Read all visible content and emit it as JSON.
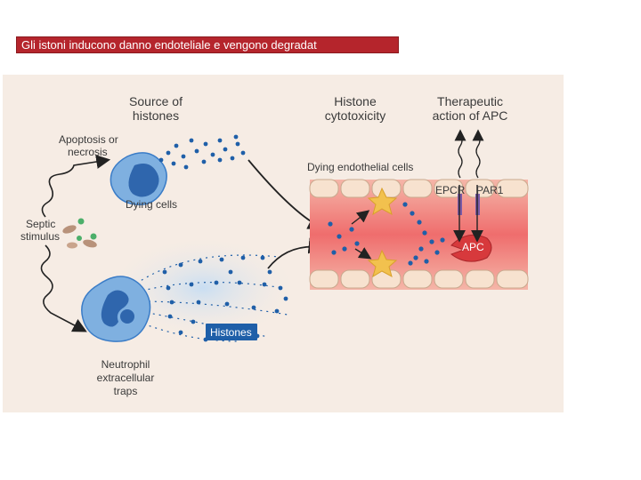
{
  "slide": {
    "title": "Gli istoni inducono danno endoteliale e vengono degradat"
  },
  "figure": {
    "headings": {
      "source": [
        "Source of",
        "histones"
      ],
      "cytotoxicity": [
        "Histone",
        "cytotoxicity"
      ],
      "therapeutic": [
        "Therapeutic",
        "action of APC"
      ]
    },
    "labels": {
      "apoptosis": [
        "Apoptosis or",
        "necrosis"
      ],
      "dying_cells": "Dying cells",
      "septic": [
        "Septic",
        "stimulus"
      ],
      "neutrophil": [
        "Neutrophil",
        "extracellular",
        "traps"
      ],
      "histones_box": "Histones",
      "dying_endothelial": "Dying endothelial cells",
      "epcr": "EPCR",
      "par1": "PAR1",
      "apc": "APC"
    },
    "colors": {
      "background": "#f6ece4",
      "histone_dot": "#1f5fa8",
      "cell_blue": "#3a7cc7",
      "vessel_red": "#f08080",
      "endothelial_cell": "#f7e2cf",
      "star": "#f2c14e",
      "apc": "#d7393c"
    }
  }
}
